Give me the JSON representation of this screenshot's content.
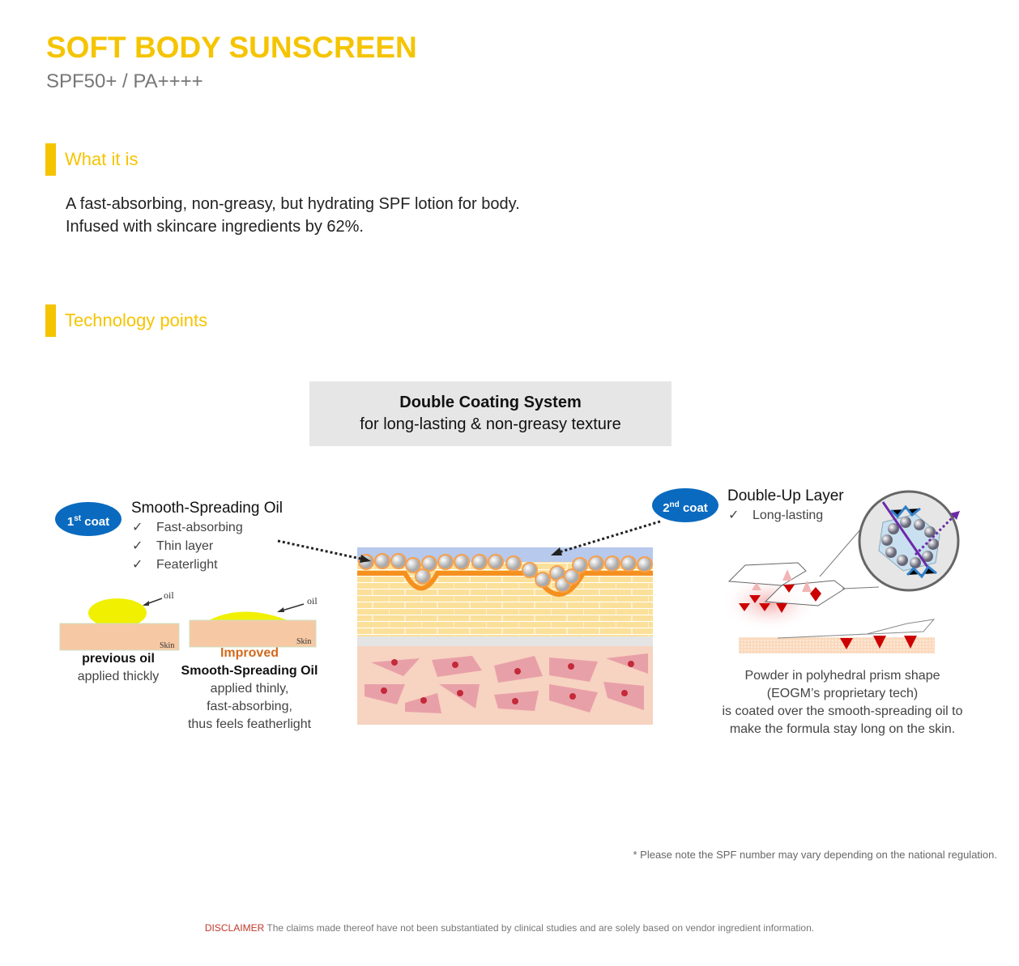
{
  "header": {
    "title": "SOFT BODY SUNSCREEN",
    "subtitle": "SPF50+ / PA++++"
  },
  "what_it_is": {
    "heading": "What it is",
    "lines": [
      "A fast-absorbing, non-greasy, but hydrating SPF lotion for body.",
      "Infused with skincare ingredients by 62%."
    ]
  },
  "technology": {
    "heading": "Technology points",
    "banner": {
      "title": "Double Coating System",
      "subtitle": "for long-lasting & non-greasy texture"
    },
    "coat1": {
      "badge_num": "1",
      "badge_sup": "st",
      "badge_word": "coat",
      "title": "Smooth-Spreading Oil",
      "checks": [
        "Fast-absorbing",
        "Thin layer",
        "Featerlight"
      ],
      "check_mark": "✓",
      "oil_label": "oil",
      "skin_label": "Skin",
      "previous": {
        "title": "previous oil",
        "desc": "applied thickly"
      },
      "improved": {
        "tag": "Improved",
        "title": "Smooth-Spreading Oil",
        "desc": [
          "applied thinly,",
          "fast-absorbing,",
          "thus feels featherlight"
        ]
      }
    },
    "coat2": {
      "badge_num": "2",
      "badge_sup": "nd",
      "badge_word": "coat",
      "title": "Double-Up Layer",
      "checks": [
        "Long-lasting"
      ],
      "desc": [
        "Powder in polyhedral prism shape",
        "(EOGM’s proprietary tech)",
        "is coated over the smooth-spreading oil to",
        "make the formula stay long on the skin."
      ]
    }
  },
  "footnote": "* Please note the SPF number may vary depending on the national regulation.",
  "disclaimer": {
    "label": "DISCLAIMER",
    "text": " The claims made thereof have not been substantiated by clinical studies and are solely based on vendor ingredient information."
  },
  "colors": {
    "accent": "#f5c400",
    "badge": "#0a6abf",
    "improved": "#d2691e"
  }
}
